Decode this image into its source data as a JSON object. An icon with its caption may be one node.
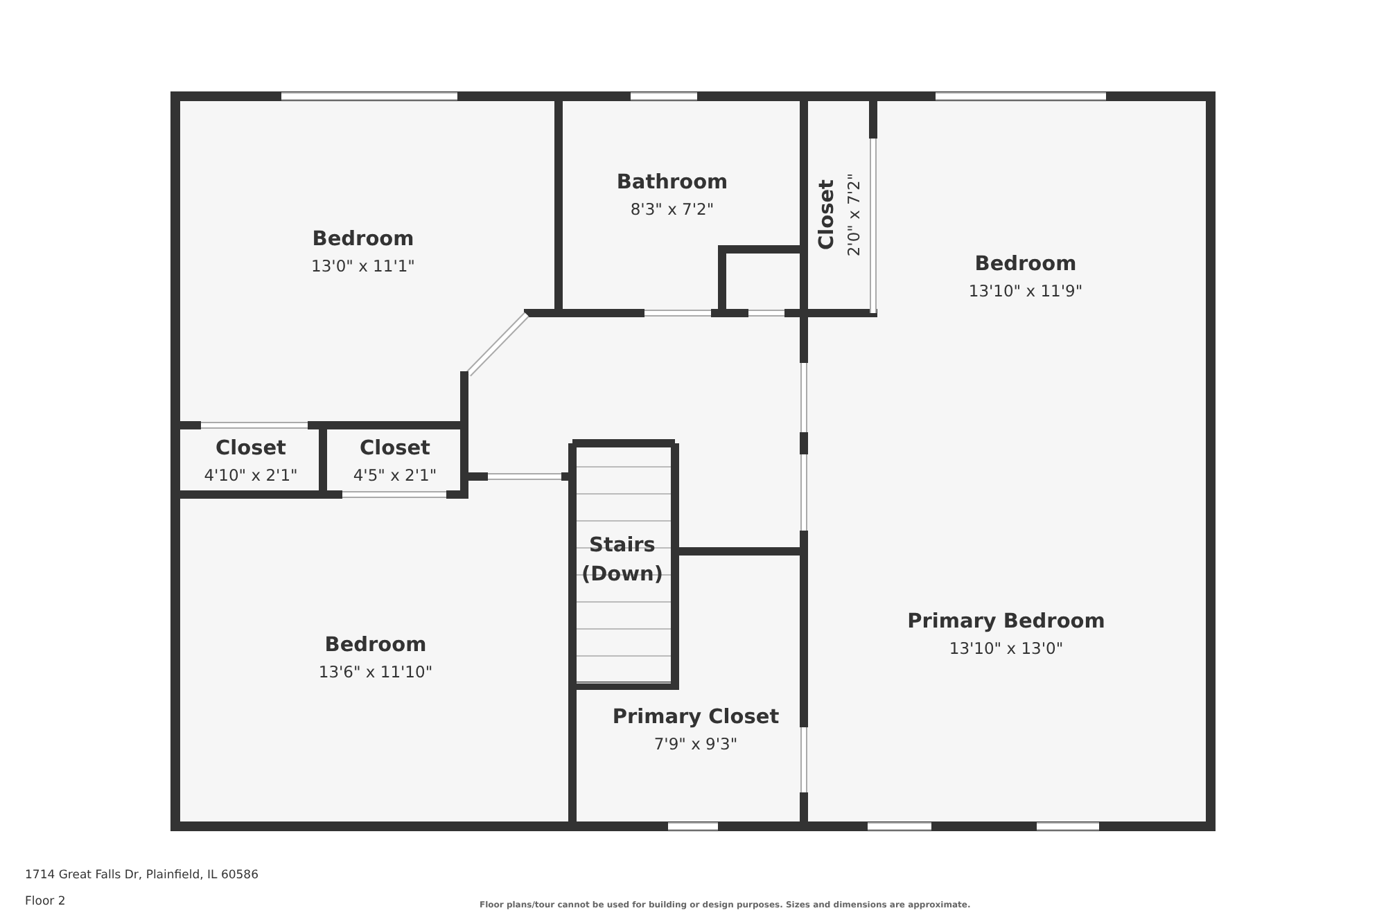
{
  "diagram": {
    "nodes": [
      {
        "text": [
          "Bedroom",
          "13'0\" x 11'1\""
        ]
      },
      {
        "text": [
          "Bathroom",
          "8'3\" x 7'2\""
        ]
      },
      {
        "text": [
          "Closet",
          "2'0\" x 7'2\""
        ]
      },
      {
        "text": [
          "Bedroom",
          "13'10\" x 11'9\""
        ]
      },
      {
        "text": [
          "Closet",
          "4'10\" x 2'1\""
        ]
      },
      {
        "text": [
          "Closet",
          "4'5\" x 2'1\""
        ]
      },
      {
        "text": [
          "Stairs (Down)"
        ]
      },
      {
        "text": [
          "Bedroom",
          "13'6\" x 11'10\""
        ]
      },
      {
        "text": [
          "Primary Closet",
          "7'9\" x 9'3\""
        ]
      },
      {
        "text": [
          "Primary Bedroom",
          "13'10\" x 13'0\""
        ]
      }
    ],
    "edges": [],
    "labels": [
      "1714 Great Falls Dr, Plainfield, IL 60586",
      "Floor 2",
      "Floor plans/tour cannot be used for building or design purposes. Sizes and dimensions are approximate."
    ]
  }
}
